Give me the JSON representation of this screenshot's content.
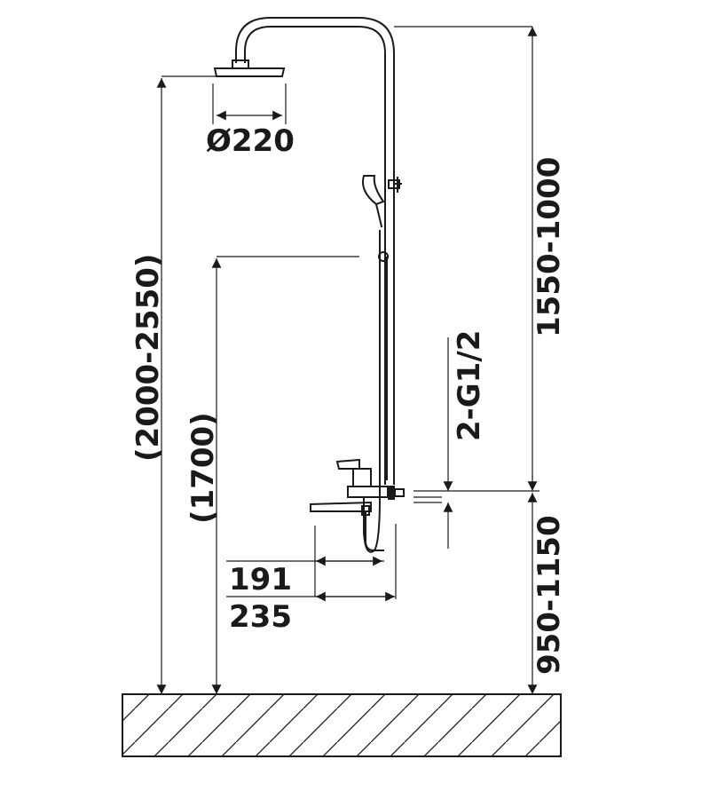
{
  "diagram": {
    "shower_head_diameter": "Ø220",
    "total_height": "(2000-2550)",
    "ref_height": "(1700)",
    "upper_adjust": "1550-1000",
    "mixer_height": "950-1150",
    "connection": "2-G1/2",
    "spout_191": "191",
    "spout_235": "235"
  },
  "colors": {
    "line": "#1a1a1a",
    "background": "#ffffff"
  }
}
